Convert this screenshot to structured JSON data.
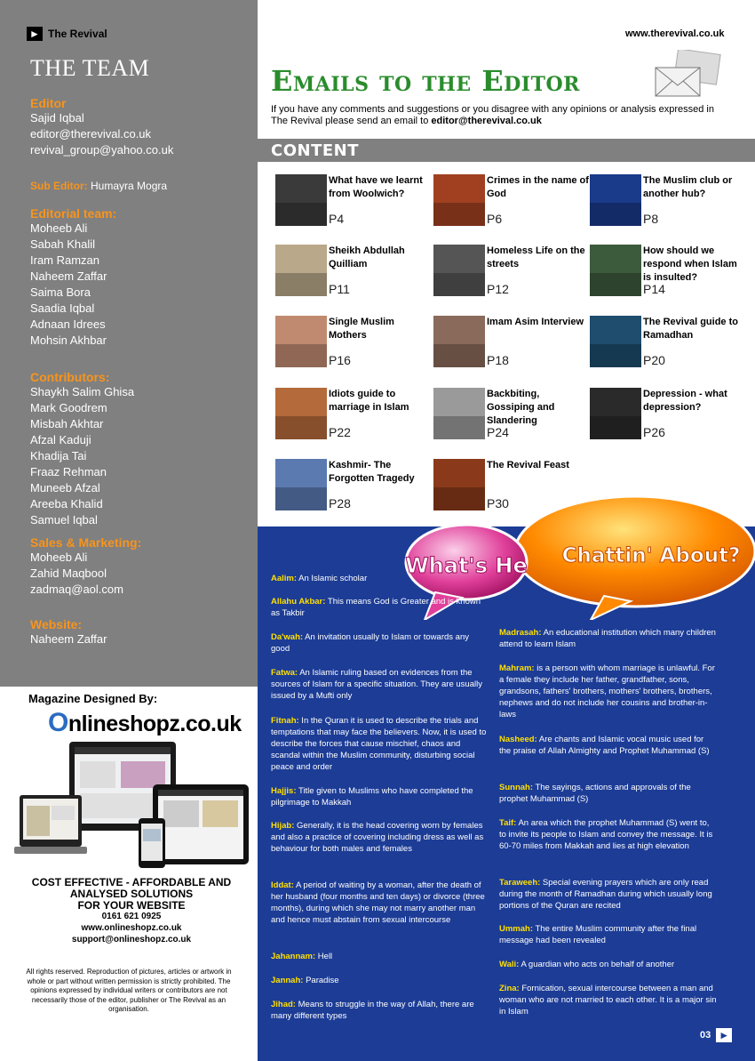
{
  "header": {
    "brand": "The Revival",
    "site_url": "www.therevival.co.uk"
  },
  "team": {
    "title": "THE TEAM",
    "editor_head": "Editor",
    "editor_lines": [
      "Sajid Iqbal",
      "editor@therevival.co.uk",
      "revival_group@yahoo.co.uk"
    ],
    "sub_editor_head": "Sub Editor:",
    "sub_editor_name": "Humayra Mogra",
    "editorial_head": "Editorial team:",
    "editorial": [
      "Moheeb Ali",
      "Sabah Khalil",
      "Iram Ramzan",
      "Naheem Zaffar",
      "Saima Bora",
      "Saadia Iqbal",
      "Adnaan Idrees",
      "Mohsin Akhbar"
    ],
    "contributors_head": "Contributors:",
    "contributors": [
      "Shaykh Salim Ghisa",
      "Mark Goodrem",
      "Misbah Akhtar",
      "Afzal Kaduji",
      "Khadija Tai",
      "Fraaz Rehman",
      "Muneeb Afzal",
      "Areeba Khalid",
      "Samuel Iqbal"
    ],
    "sales_head": "Sales & Marketing:",
    "sales": [
      "Moheeb Ali",
      "Zahid Maqbool",
      "zadmaq@aol.com"
    ],
    "website_head": "Website:",
    "website": [
      "Naheem Zaffar"
    ]
  },
  "emails": {
    "title": "Emails to the Editor",
    "body": "If you have any comments and suggestions or you disagree with any opinions or analysis expressed in The Revival please send an email to",
    "email": "editor@therevival.co.uk"
  },
  "content": {
    "title": "CONTENT",
    "items": [
      {
        "title": "What have we learnt from Woolwich?",
        "page": "P4",
        "thumb": "#3a3a3a"
      },
      {
        "title": "Crimes in the name of God",
        "page": "P6",
        "thumb": "#a04020"
      },
      {
        "title": "The Muslim club or another hub?",
        "page": "P8",
        "thumb": "#1a3a8a"
      },
      {
        "title": "Sheikh Abdullah Quilliam",
        "page": "P11",
        "thumb": "#b9a88a"
      },
      {
        "title": "Homeless Life on the streets",
        "page": "P12",
        "thumb": "#555555"
      },
      {
        "title": "How should we respond when Islam is insulted?",
        "page": "P14",
        "thumb": "#3c5a3c"
      },
      {
        "title": "Single Muslim Mothers",
        "page": "P16",
        "thumb": "#c08a70"
      },
      {
        "title": "Imam Asim Interview",
        "page": "P18",
        "thumb": "#8a6a5a"
      },
      {
        "title": "The Revival guide to Ramadhan",
        "page": "P20",
        "thumb": "#1e4d6e"
      },
      {
        "title": "Idiots guide to marriage in Islam",
        "page": "P22",
        "thumb": "#b46a3a"
      },
      {
        "title": "Backbiting, Gossiping and Slandering",
        "page": "P24",
        "thumb": "#9a9a9a"
      },
      {
        "title": "Depression - what depression?",
        "page": "P26",
        "thumb": "#2a2a2a"
      },
      {
        "title": "Kashmir- The Forgotten Tragedy",
        "page": "P28",
        "thumb": "#5a7ab0"
      },
      {
        "title": "The Revival Feast",
        "page": "P30",
        "thumb": "#8a3a1a"
      }
    ]
  },
  "chat": {
    "bubble1": "What's He",
    "bubble2": "Chattin' About?"
  },
  "glossary_left": [
    {
      "term": "Aalim:",
      "def": " An Islamic scholar"
    },
    {
      "term": "Allahu Akbar:",
      "def": " This means God is Greater and is known as Takbir"
    },
    {
      "term": "Da'wah:",
      "def": " An invitation usually to Islam or towards any good"
    },
    {
      "term": "Fatwa:",
      "def": " An Islamic ruling based on evidences from the sources of Islam for a specific situation. They are usually issued by a Mufti only"
    },
    {
      "term": "Fitnah:",
      "def": " In the Quran it is used to describe the trials and temptations that may face the believers. Now, it is used to describe the forces that cause mischief, chaos and scandal within the Muslim community, disturbing social peace and order"
    },
    {
      "term": "Hajjis:",
      "def": " Title given to Muslims who have completed the pilgrimage to Makkah"
    },
    {
      "term": "Hijab:",
      "def": " Generally, it is the head covering worn by females and also a practice of covering including dress as well as behaviour for both males and females"
    },
    {
      "term": "Iddat:",
      "def": " A period of waiting by a woman, after the death of her husband (four months and ten days) or divorce (three months), during which she may not marry another man and hence must abstain from sexual intercourse"
    },
    {
      "term": "Jahannam:",
      "def": " Hell"
    },
    {
      "term": "Jannah:",
      "def": " Paradise"
    },
    {
      "term": "Jihad:",
      "def": " Means to struggle in the way of Allah, there are many different types"
    }
  ],
  "glossary_right": [
    {
      "term": "Madrasah:",
      "def": " An educational institution which many children attend to learn Islam"
    },
    {
      "term": "Mahram:",
      "def": " is a person with whom marriage is unlawful. For a female they include her father, grandfather, sons, grandsons, fathers' brothers, mothers' brothers, brothers, nephews and do not include her cousins and brother-in-laws"
    },
    {
      "term": "Nasheed:",
      "def": " Are chants and Islamic vocal music used for the praise of Allah Almighty and Prophet Muhammad (S)"
    },
    {
      "term": "Sunnah:",
      "def": " The sayings, actions and approvals of the prophet Muhammad (S)"
    },
    {
      "term": "Taif:",
      "def": " An area which the prophet Muhammad (S) went to, to invite its people to Islam and convey the message. It is 60-70 miles from Makkah and lies at high elevation"
    },
    {
      "term": "Taraweeh:",
      "def": " Special evening prayers which are only read during the month of Ramadhan during which usually long portions of the Quran are recited"
    },
    {
      "term": "Ummah:",
      "def": " The entire Muslim community after the final message had been revealed"
    },
    {
      "term": "Wali:",
      "def": " A guardian who acts on behalf of another"
    },
    {
      "term": "Zina:",
      "def": " Fornication, sexual intercourse between a man and woman who are not married to each other. It is a major sin in Islam"
    }
  ],
  "advert": {
    "designed_by": "Magazine Designed By:",
    "logo": "nlineshopz.co.uk",
    "logo_o": "O",
    "cost_lines": [
      "COST EFFECTIVE - AFFORDABLE AND",
      "ANALYSED SOLUTIONS",
      "FOR YOUR WEBSITE"
    ],
    "contacts": [
      "0161 621 0925",
      "www.onlineshopz.co.uk",
      "support@onlineshopz.co.uk"
    ]
  },
  "rights": "All rights reserved. Reproduction of pictures, articles or artwork in whole or part without written permission is strictly prohibited. The opinions expressed by individual writers or contributors are not necessarily those of the editor, publisher or The Revival as an organisation.",
  "footer": {
    "page": "03"
  },
  "colors": {
    "accent_orange": "#f7941d",
    "title_green": "#2a8c2c",
    "glossary_blue": "#1c3c96",
    "term_yellow": "#ffe000"
  }
}
